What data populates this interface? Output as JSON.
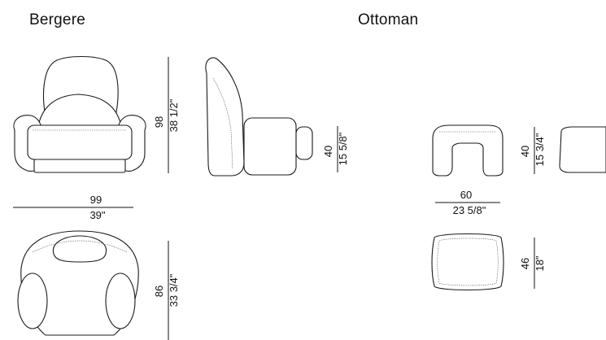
{
  "titles": {
    "bergere": "Bergere",
    "ottoman": "Ottoman"
  },
  "dimensions": {
    "bergere_height": {
      "cm": "98",
      "inch": "38 1/2\""
    },
    "bergere_seat_height": {
      "cm": "40",
      "inch": "15 5/8\""
    },
    "bergere_width": {
      "cm": "99",
      "inch": "39\""
    },
    "bergere_depth": {
      "cm": "86",
      "inch": "33 3/4\""
    },
    "ottoman_height": {
      "cm": "40",
      "inch": "15 3/4\""
    },
    "ottoman_width": {
      "cm": "60",
      "inch": "23 5/8\""
    },
    "ottoman_depth": {
      "cm": "46",
      "inch": "18\""
    }
  }
}
